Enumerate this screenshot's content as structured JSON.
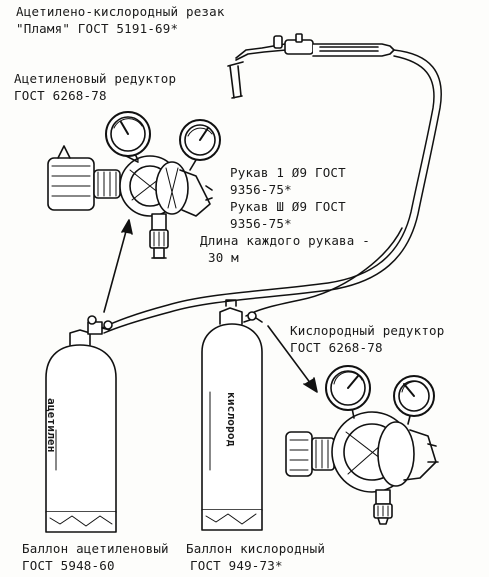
{
  "labels": {
    "cutter": [
      "Ацетилено-кислородный резак",
      "\"Пламя\" ГОСТ 5191-69*"
    ],
    "acetylene_reducer": [
      "Ацетиленовый редуктор",
      "ГОСТ 6268-78"
    ],
    "hoses": [
      "Рукав 1 Ø9 ГОСТ",
      "9356-75*",
      "Рукав Ш Ø9 ГОСТ",
      "9356-75*",
      "Длина каждого рукава -",
      "30 м"
    ],
    "oxygen_reducer": [
      "Кислородный редуктор",
      "ГОСТ 6268-78"
    ],
    "acetylene_cylinder": [
      "Баллон ацетиленовый",
      "ГОСТ 5948-60"
    ],
    "oxygen_cylinder": [
      "Баллон кислородный",
      "ГОСТ 949-73*"
    ]
  },
  "cylinder_marks": {
    "acetylene": "ацетилен",
    "oxygen": "кислород"
  }
}
